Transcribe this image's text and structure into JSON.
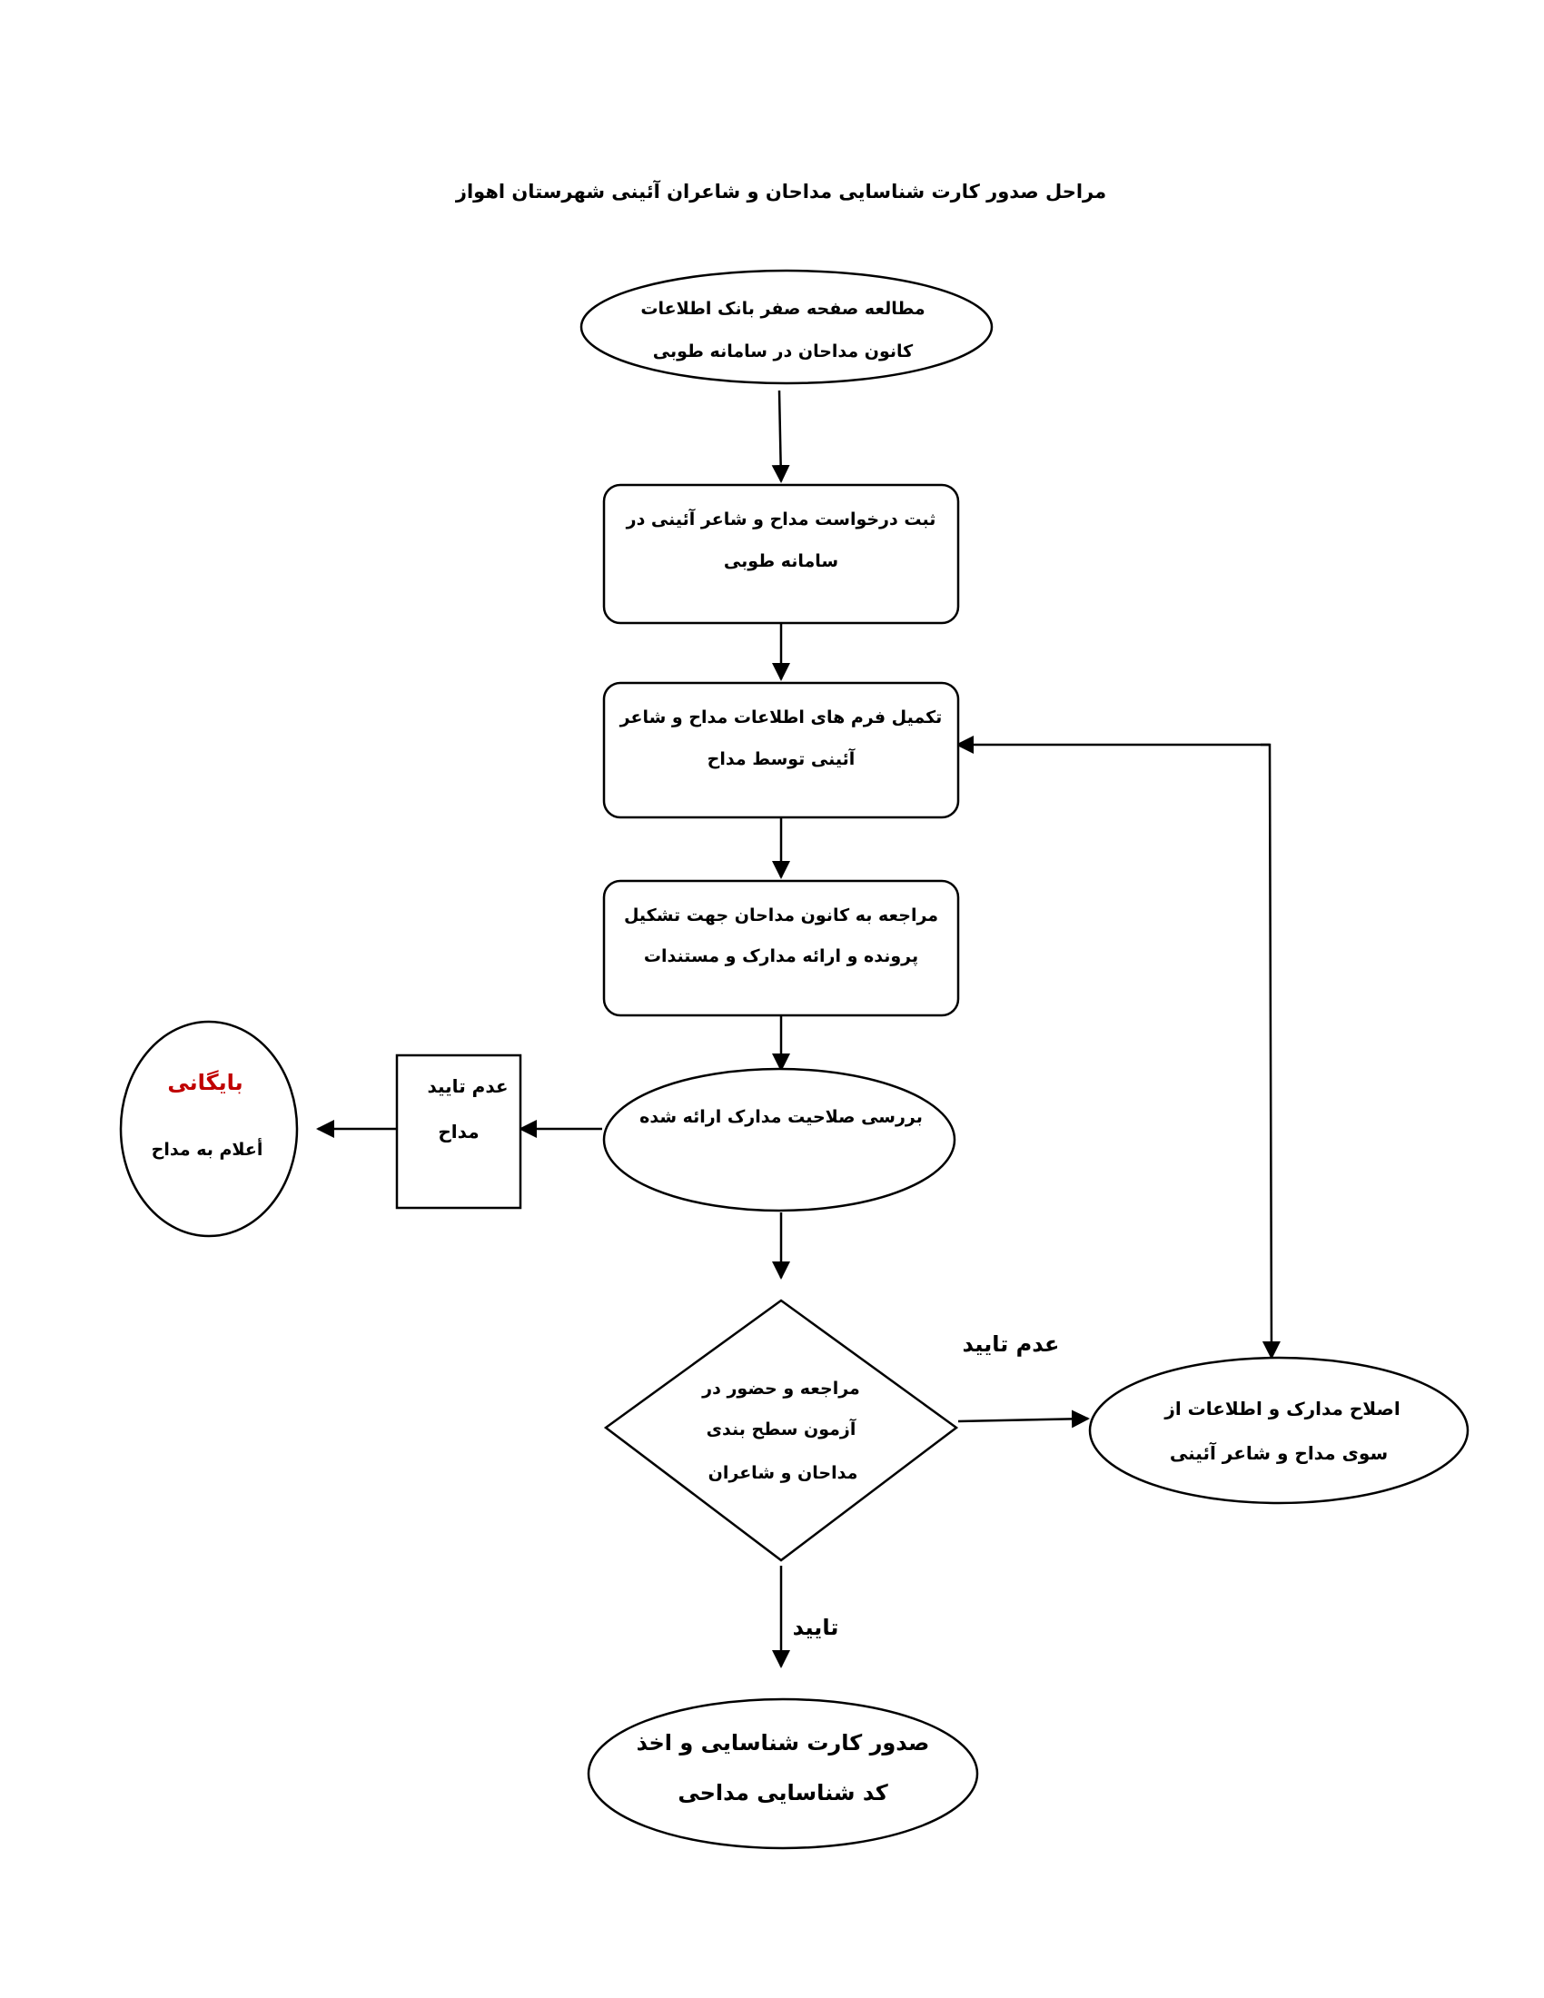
{
  "title": "مراحل صدور کارت شناسایی مداحان و شاعران آئینی شهرستان اهواز",
  "nodes": {
    "start": {
      "line1": "مطالعه صفحه صفر بانک اطلاعات",
      "line2": "کانون مداحان در سامانه طوبی"
    },
    "register": {
      "line1": "ثبت درخواست مداح و شاعر آئینی در",
      "line2": "سامانه طوبی"
    },
    "complete_forms": {
      "line1": "تکمیل فرم های اطلاعات مداح و شاعر",
      "line2": "آئینی  توسط مداح"
    },
    "visit_center": {
      "line1": "مراجعه به کانون مداحان  جهت تشکیل",
      "line2": "پرونده  و ارائه مدارک و مستندات"
    },
    "review": {
      "line1": "بررسی صلاحیت مدارک ارائه شده"
    },
    "reject_box": {
      "line1": "عدم تایید",
      "line2": "مداح"
    },
    "archive": {
      "title": "بایگانی",
      "line1": "أعلام به مداح"
    },
    "exam": {
      "line1": "مراجعه و حضور در",
      "line2": "آزمون سطح بندی",
      "line3": "مداحان و شاعران"
    },
    "correction": {
      "line1": "اصلاح مدارک و اطلاعات از",
      "line2": "سوی مداح و شاعر آئینی"
    },
    "issue": {
      "line1": "صدور کارت شناسایی و اخذ",
      "line2": "کد شناسایی مداحی"
    }
  },
  "edge_labels": {
    "reject": "عدم تایید",
    "approve": "تایید"
  },
  "colors": {
    "archive_title": "#c00000",
    "stroke": "#000000",
    "background": "#ffffff"
  }
}
